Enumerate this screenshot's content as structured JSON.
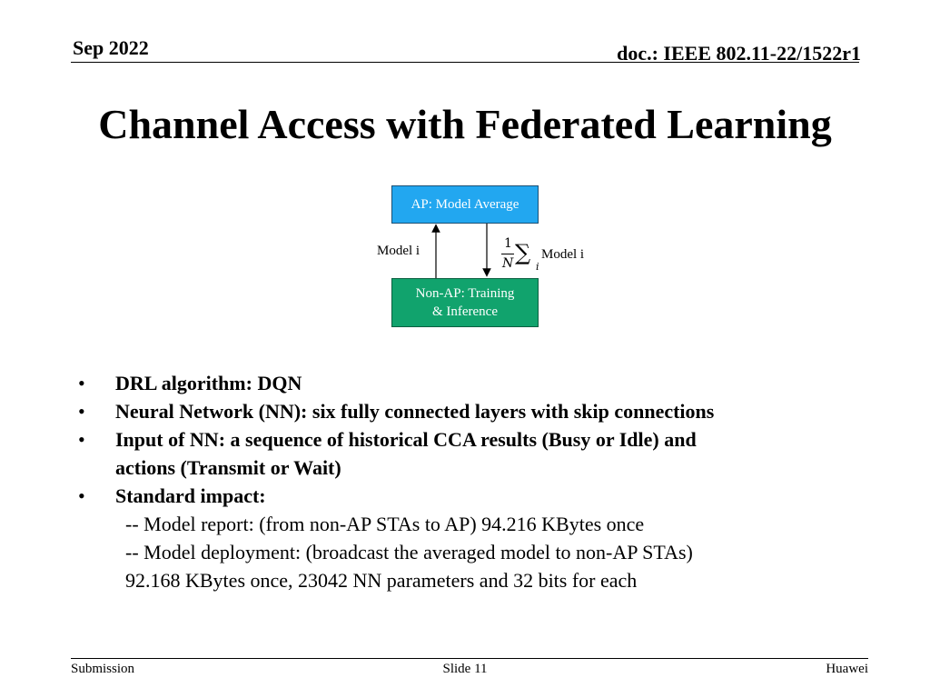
{
  "header": {
    "date": "Sep 2022",
    "doc_id": "doc.: IEEE 802.11-22/1522r1"
  },
  "title": "Channel Access with Federated Learning",
  "diagram": {
    "ap_box": "AP: Model Average",
    "nonap_box_line1": "Non-AP: Training",
    "nonap_box_line2": "& Inference",
    "up_label": "Model i",
    "down_label": "Model i",
    "fraction_num": "1",
    "fraction_den": "N",
    "sum_symbol": "∑",
    "sum_index": "i",
    "colors": {
      "ap": "#22a7f0",
      "nonap": "#11a36d"
    }
  },
  "bullets": [
    {
      "text": "DRL algorithm: DQN"
    },
    {
      "text": "Neural Network (NN): six fully connected layers with skip connections"
    },
    {
      "text_line1": "Input of NN: a sequence of historical CCA results (Busy or Idle) and",
      "text_line2": "actions (Transmit or Wait)"
    },
    {
      "text": "Standard impact:"
    }
  ],
  "bullet_symbol": "•",
  "sub_lines": [
    "-- Model report: (from non-AP STAs to AP) 94.216 KBytes once",
    "-- Model deployment: (broadcast the averaged model to non-AP STAs)",
    "92.168 KBytes once, 23042 NN parameters and 32 bits for each"
  ],
  "footer": {
    "left": "Submission",
    "center": "Slide 11",
    "right": "Huawei"
  }
}
